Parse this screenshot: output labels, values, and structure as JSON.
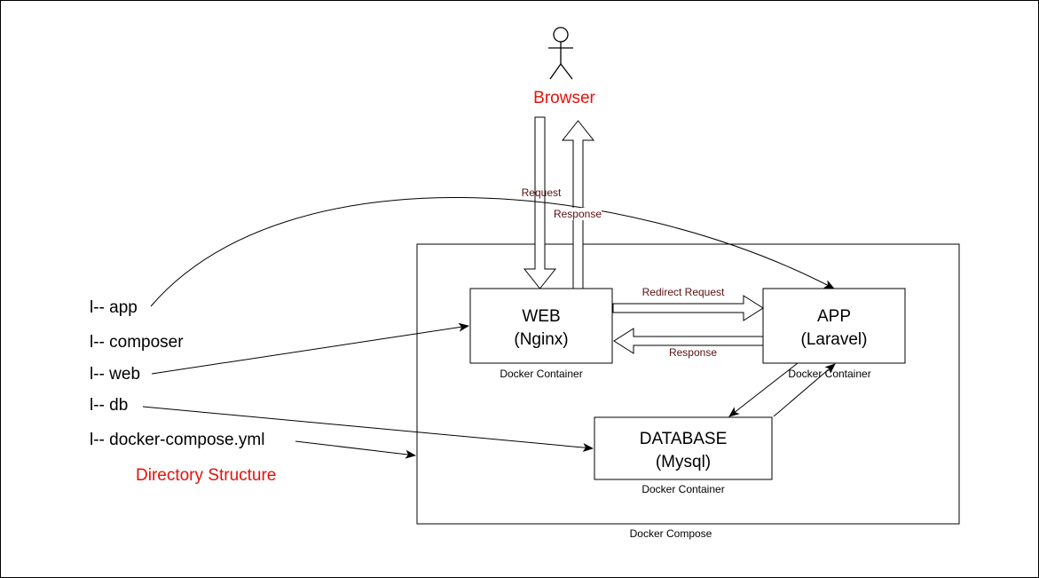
{
  "colors": {
    "accent_red": "#e8100a",
    "stroke": "#000000",
    "background": "#ffffff"
  },
  "actor": {
    "icon": "stick-figure-icon",
    "label": "Browser"
  },
  "nodes": {
    "web": {
      "line1": "WEB",
      "line2": "(Nginx)",
      "caption": "Docker Container"
    },
    "app": {
      "line1": "APP",
      "line2": "(Laravel)",
      "caption": "Docker Container"
    },
    "database": {
      "line1": "DATABASE",
      "line2": "(Mysql)",
      "caption": "Docker Container"
    }
  },
  "compose": {
    "caption": "Docker Compose"
  },
  "edges": {
    "request": "Request",
    "response_browser": "Response",
    "redirect_request": "Redirect Request",
    "response_app": "Response"
  },
  "directory": {
    "items": [
      "l-- app",
      "l-- composer",
      "l-- web",
      "l-- db",
      "l-- docker-compose.yml"
    ],
    "title": "Directory Structure"
  }
}
